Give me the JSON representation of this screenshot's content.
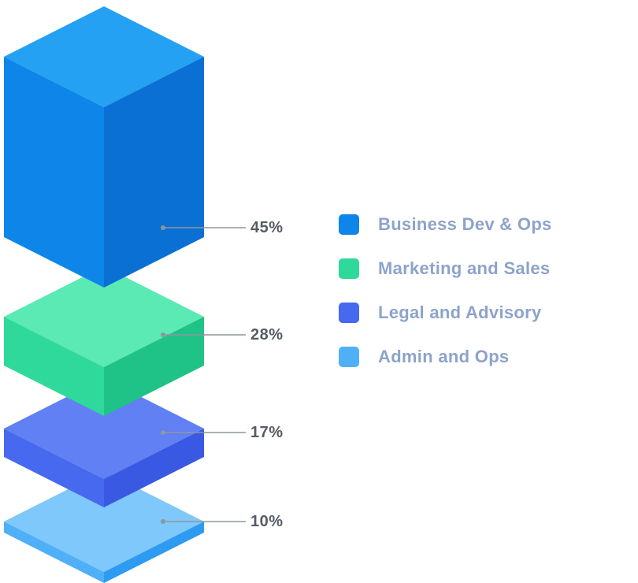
{
  "chart_data": {
    "type": "bar",
    "variant": "isometric-3d-stacked",
    "title": "",
    "xlabel": "",
    "ylabel": "",
    "unit": "%",
    "legend_position": "right",
    "grid": false,
    "categories": [
      "Business Dev & Ops",
      "Marketing and Sales",
      "Legal and Advisory",
      "Admin and Ops"
    ],
    "values": [
      45,
      28,
      17,
      10
    ],
    "segments": [
      {
        "slug": "business-dev-ops",
        "label": "Business Dev & Ops",
        "value": 45,
        "value_label": "45%",
        "color_top": "#25a1f3",
        "color_front": "#0e86e9",
        "color_side": "#0a70d4"
      },
      {
        "slug": "marketing-and-sales",
        "label": "Marketing and Sales",
        "value": 28,
        "value_label": "28%",
        "color_top": "#5beab3",
        "color_front": "#2fd99c",
        "color_side": "#1fc287"
      },
      {
        "slug": "legal-and-advisory",
        "label": "Legal and Advisory",
        "value": 17,
        "value_label": "17%",
        "color_top": "#6080f3",
        "color_front": "#4769ef",
        "color_side": "#3a59e3"
      },
      {
        "slug": "admin-and-ops",
        "label": "Admin and Ops",
        "value": 10,
        "value_label": "10%",
        "color_top": "#7fc8fb",
        "color_front": "#4fb0f8",
        "color_side": "#2d9bf1"
      }
    ],
    "colors": {
      "background": "#ffffff",
      "leader_line": "#8f959c",
      "percent_label": "#565c66",
      "legend_text": "#8da3cb"
    }
  }
}
